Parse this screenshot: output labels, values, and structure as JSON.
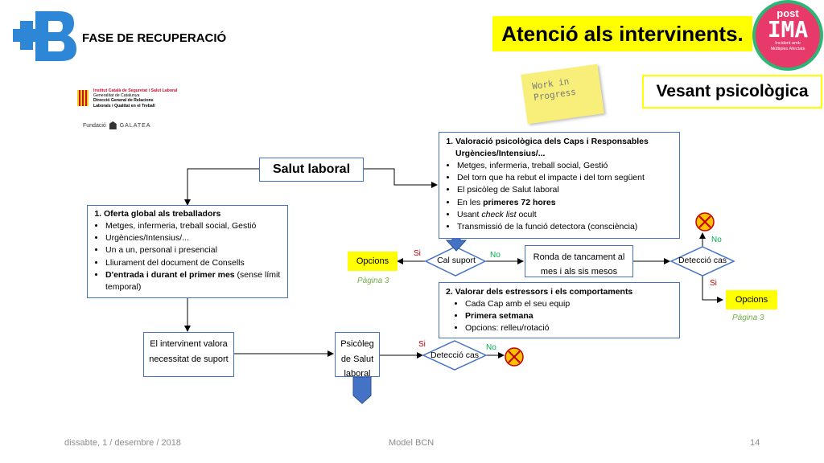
{
  "header": {
    "phase": "FASE DE RECUPERACIÓ",
    "title": "Atenció als intervinents.",
    "subtitle": "Vesant psicològica",
    "sticky_note": "Work in Progress"
  },
  "logos": {
    "post_ima": {
      "top": "post",
      "main": "IMA",
      "tagline": "Incident amb Múltiples Afectats"
    },
    "institut": [
      "Institut Català de Seguretat i Salut Laboral",
      "Generalitat de Catalunya",
      "Direcció General de Relacions",
      "Laborals i Qualitat en el Treball"
    ],
    "fundacio": {
      "prefix": "Fundació",
      "name": "GALATEA"
    }
  },
  "nodes": {
    "salut_laboral": "Salut laboral",
    "oferta": {
      "title": "Oferta global als treballadors",
      "items": [
        "Metges, infermeria, treball social, Gestió",
        "Urgències/Intensius/...",
        "Un a un, personal i presencial",
        "Lliurament del document de Consells"
      ],
      "last_bold": "D'entrada i durant el primer mes",
      "last_rest": " (sense límit temporal)"
    },
    "valoracio": {
      "title": "Valoració psicològica dels Caps i Responsables Urgències/Intensius/...",
      "item1": "Metges, infermeria, treball social, Gestió",
      "item2": "Del torn que ha rebut el impacte i del torn següent",
      "item3": "El psicòleg de Salut laboral",
      "item4_pre": "En les ",
      "item4_bold": "primeres 72 hores",
      "item5_pre": "Usant ",
      "item5_ital": "check list",
      "item5_post": " ocult",
      "item6": "Transmissió de la funció detectora (consciència)"
    },
    "estressors": {
      "title": "2. Valorar dels estressors i els comportaments",
      "item1": "Cada Cap amb el seu equip",
      "item2": "Primera setmana",
      "item3": "Opcions: relleu/rotació"
    },
    "cal_suport": "Cal suport",
    "ronda": "Ronda de tancament al mes i als sis mesos",
    "deteccio_right": "Detecció cas",
    "deteccio_bottom": "Detecció cas",
    "intervinent": "El intervinent valora necessitat de suport",
    "psicoleg": "Psicòleg de Salut laboral",
    "opcions_left": "Opcions",
    "opcions_right": "Opcions",
    "pagina_left": "Pàgina 3",
    "pagina_right": "Pàgina 3"
  },
  "labels": {
    "si_cal": "Si",
    "no_cal": "No",
    "no_right": "No",
    "si_right": "Si",
    "si_bottom": "Si",
    "no_bottom": "No"
  },
  "footer": {
    "date": "dissabte, 1 / desembre / 2018",
    "model": "Model BCN",
    "page": "14"
  },
  "colors": {
    "box_border": "#4472c4",
    "highlight": "#ffff00",
    "brand_blue": "#2e86d6",
    "post_ima_bg": "#e8396b",
    "post_ima_ring": "#2bb673"
  }
}
